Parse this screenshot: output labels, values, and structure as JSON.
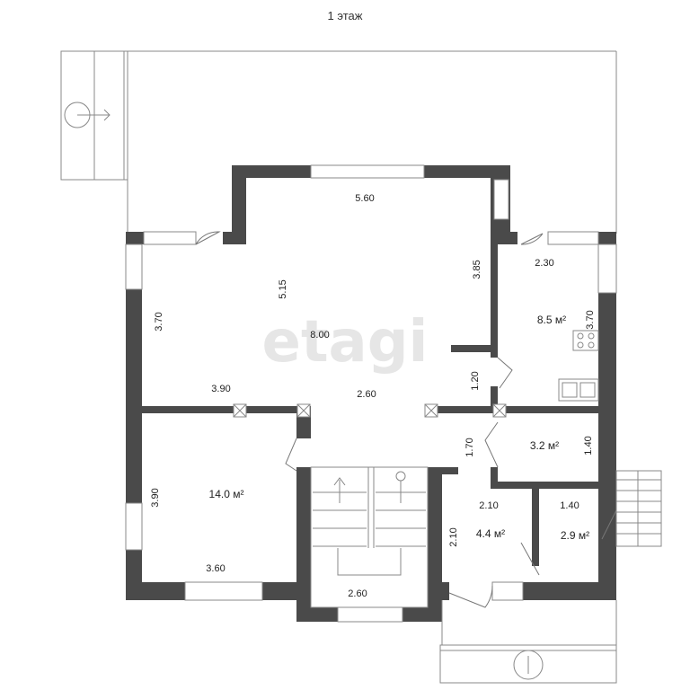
{
  "title": "1 этаж",
  "watermark": "etagi",
  "rooms": {
    "living": {
      "width": "5.60",
      "height": "5.15",
      "length": "8.00",
      "right_wall": "3.85",
      "left_wall": "3.70",
      "bottom_left": "3.90",
      "bottom_mid": "2.60"
    },
    "kitchen": {
      "area": "8.5 м²",
      "width": "2.30",
      "height": "3.70"
    },
    "bedroom": {
      "area": "14.0 м²",
      "height": "3.90",
      "width": "3.60"
    },
    "bath": {
      "area": "3.2 м²",
      "height": "1.40",
      "door_wall": "1.70"
    },
    "hall": {
      "area": "4.4 м²",
      "width": "2.10",
      "height": "2.10"
    },
    "wc": {
      "area": "2.9 м²",
      "width": "1.40"
    },
    "stairs": {
      "width": "2.60"
    },
    "corridor": {
      "height": "1.20"
    }
  }
}
